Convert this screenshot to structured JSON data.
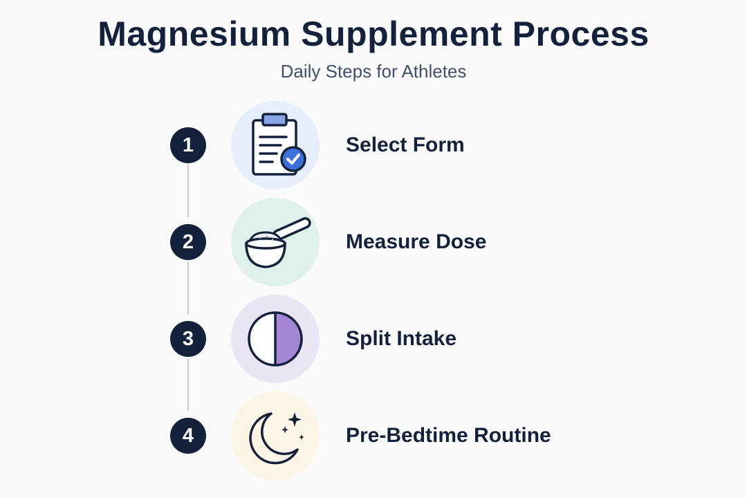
{
  "header": {
    "title": "Magnesium Supplement Process",
    "subtitle": "Daily Steps for Athletes"
  },
  "steps": [
    {
      "number": "1",
      "label": "Select Form",
      "icon": "clipboard-check-icon",
      "bg": "#e6eefb"
    },
    {
      "number": "2",
      "label": "Measure Dose",
      "icon": "measuring-scoop-icon",
      "bg": "#dff1ea"
    },
    {
      "number": "3",
      "label": "Split Intake",
      "icon": "half-circle-icon",
      "bg": "#e9e5f4"
    },
    {
      "number": "4",
      "label": "Pre-Bedtime Routine",
      "icon": "moon-stars-icon",
      "bg": "#fcf4e4"
    }
  ],
  "colors": {
    "dark": "#13213a",
    "connector": "#c4c9d0",
    "check_blue": "#3f6fd9",
    "half_purple": "#a386d6"
  }
}
